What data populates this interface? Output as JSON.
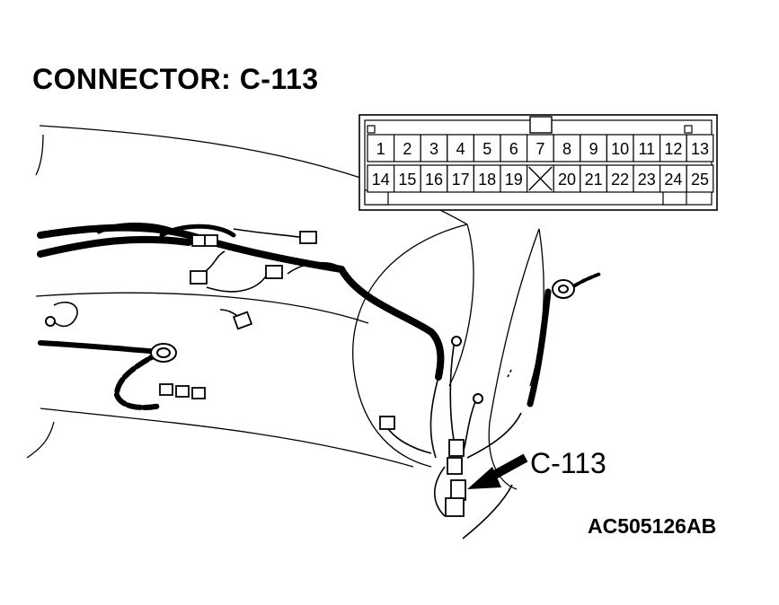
{
  "title": "CONNECTOR: C-113",
  "callout_label": "C-113",
  "figure_id": "AC505126AB",
  "connector": {
    "row1": [
      "1",
      "2",
      "3",
      "4",
      "5",
      "6",
      "7",
      "8",
      "9",
      "10",
      "11",
      "12",
      "13"
    ],
    "row2": [
      "14",
      "15",
      "16",
      "17",
      "18",
      "19",
      "",
      "20",
      "21",
      "22",
      "23",
      "24",
      "25"
    ]
  }
}
